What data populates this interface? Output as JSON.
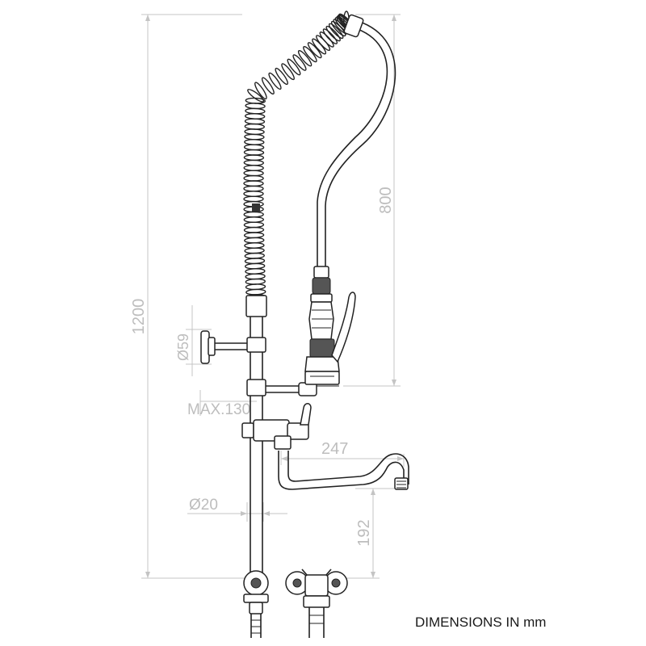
{
  "diagram": {
    "dimensions": {
      "total_height": "1200",
      "hose_height": "800",
      "wall_bracket_diameter": "Ø59",
      "max_projection": "MAX.130",
      "spout_reach": "247",
      "pipe_diameter": "Ø20",
      "spout_height": "192"
    },
    "note": "DIMENSIONS IN mm"
  }
}
